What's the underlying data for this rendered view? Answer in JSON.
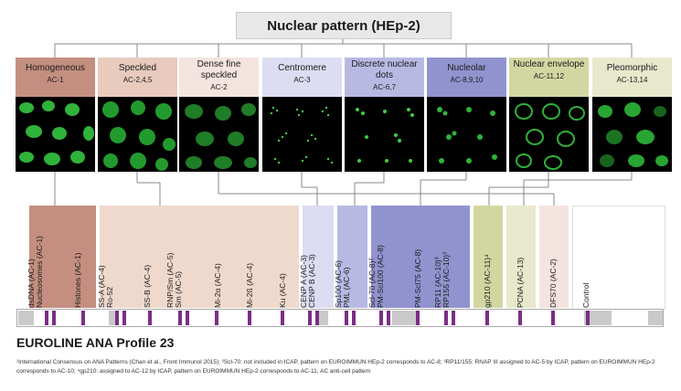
{
  "title": "Nuclear pattern (HEp-2)",
  "patterns": [
    {
      "name": "Homogeneous",
      "code": "AC-1",
      "color": "#c48f80"
    },
    {
      "name": "Speckled",
      "code": "AC-2,4,5",
      "color": "#e8cbbd"
    },
    {
      "name": "Dense fine speckled",
      "code": "AC-2",
      "color": "#f4e4df"
    },
    {
      "name": "Centromere",
      "code": "AC-3",
      "color": "#dcdcf2"
    },
    {
      "name": "Discrete nuclear dots",
      "code": "AC-6,7",
      "color": "#b8b9e3"
    },
    {
      "name": "Nucleolar",
      "code": "AC-8,9,10",
      "color": "#9193cf"
    },
    {
      "name": "Nuclear envelope",
      "code": "AC-11,12",
      "color": "#d2d7a2"
    },
    {
      "name": "Pleomorphic",
      "code": "AC-13,14",
      "color": "#e7e8cc"
    }
  ],
  "antigen_groups": [
    {
      "labels": [
        "dsDNA (AC-1)",
        "Nucleosomes (AC-1)",
        "Histones (AC-1)"
      ],
      "color": "#c48f80"
    },
    {
      "labels": [
        "SS-A (AC-4)",
        "Ro-52",
        "SS-B (AC-4)",
        "RNP/Sm (AC-5)",
        "Sm (AC-5)",
        "Mi-2α (AC-4)",
        "Mi-2ß (AC-4)",
        "Ku (AC-4)"
      ],
      "color": "#efd9cd"
    },
    {
      "labels": [
        "CENP A (AC-3)",
        "CENP B (AC-3)"
      ],
      "color": "#dcdcf2"
    },
    {
      "labels": [
        "Sp100 (AC-6)",
        "PML (AC-6)"
      ],
      "color": "#b8b9e3"
    },
    {
      "labels": [
        "Scl-70 (AC-8)²",
        "PM-Scl100 (AC-8)",
        "PM-Scl75 (AC-8)",
        "RP11 (AC-10)³",
        "RP155 (AC-10)³"
      ],
      "color": "#9193cf"
    },
    {
      "labels": [
        "gp210 (AC-11)⁴"
      ],
      "color": "#d2d7a2"
    },
    {
      "labels": [
        "PCNA (AC-13)"
      ],
      "color": "#e7e8cc"
    },
    {
      "labels": [
        "DFS70 (AC-2)"
      ],
      "color": "#f4e4df"
    },
    {
      "labels": [
        "Control"
      ],
      "color": "#ffffff"
    }
  ],
  "product": "EUROLINE ANA Profile 23",
  "footnote": "¹International Consensus on ANA Patterns (Chan et al., Front Immunol 2015); ²Scl-70: not included in ICAP, pattern on EUROIMMUN HEp-2 corresponds to AC-8; ³RP11/155: RNAP III assigned to AC-5 by ICAP, pattern on EUROIMMUN HEp-2 corresponds to AC-10; ⁴gp210: assigned to AC-12 by ICAP, pattern on EUROIMMUN HEp-2 corresponds to AC-11; AC anti-cell pattern",
  "colors": {
    "band_mark": "#7b2e86",
    "strip_gray": "#c9c9c9",
    "cell_green": "#2fb33a"
  }
}
